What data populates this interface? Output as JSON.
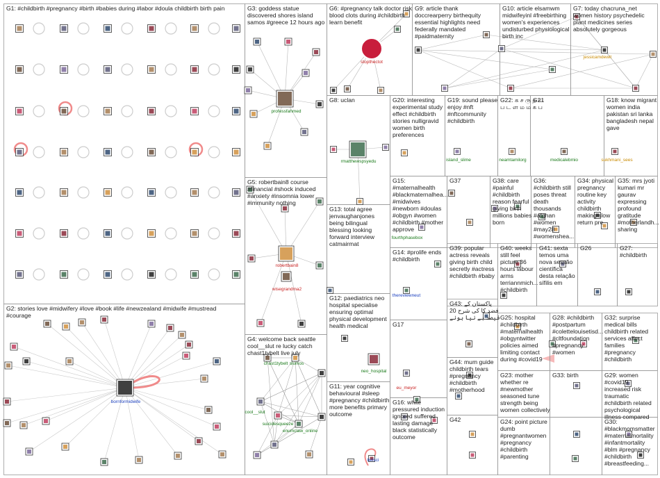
{
  "groups": [
    {
      "id": "G1",
      "lines": [
        "G1: #childbirth #pregnancy #birth #babies during #labor #doula childbirth birth pain"
      ]
    },
    {
      "id": "G2",
      "lines": [
        "G2: stories love #midwifery #love #book #life #newzealand #midwife #mustread",
        "#courage"
      ]
    },
    {
      "id": "G3",
      "lines": [
        "G3: goddess statue",
        "discovered shores island",
        "samos #greece 12 hours ago"
      ]
    },
    {
      "id": "G4",
      "lines": [
        "G4: welcome back seattle",
        "cool__slut re lucky catch",
        "chast1tybelt live july"
      ]
    },
    {
      "id": "G5",
      "lines": [
        "G5: robertbain8 course",
        "#financial #shock induced",
        "#anxiety #insomnia lower",
        "#immunity nothing"
      ]
    },
    {
      "id": "G6",
      "lines": [
        "G6: #pregnancy talk doctor risk",
        "blood clots during #childbirth",
        "learn benefit"
      ]
    },
    {
      "id": "G7",
      "lines": [
        "G7: today chacruna_net",
        "women history psychedelic",
        "plant medicines series",
        "absolutely gorgeous"
      ]
    },
    {
      "id": "G8",
      "lines": [
        "G8: uclan"
      ]
    },
    {
      "id": "G9",
      "lines": [
        "G9: article thank",
        "doccrearperry birthequity",
        "essential highlights need",
        "federally mandated",
        "#paidmaternity"
      ]
    },
    {
      "id": "G10",
      "lines": [
        "G10: article elsamwm",
        "midwifeyinl #freebirthing",
        "women's experiences",
        "undisturbed physiological",
        "birth inc"
      ]
    },
    {
      "id": "G11",
      "lines": [
        "G11: year cognitive",
        "behavioural #sleep",
        "#pregnancy #childbirth",
        "more benefits primary",
        "outcome"
      ]
    },
    {
      "id": "G12",
      "lines": [
        "G12: paediatrics neo",
        "hospital specialise",
        "ensuring optimal",
        "physical development",
        "health medical"
      ]
    },
    {
      "id": "G13",
      "lines": [
        "G13: total agree",
        "jenvaughanjones",
        "being bilingual",
        "blessing looking",
        "forward interview",
        "catmairmat"
      ]
    },
    {
      "id": "G14",
      "lines": [
        "G14: #prolife ends",
        "#childbirth"
      ]
    },
    {
      "id": "G15",
      "lines": [
        "G15:",
        "#maternalhealth",
        "#blackmaternalhea...",
        "#midwives",
        "#newborn #doulas",
        "#obgyn #women",
        "#childbirth #mother",
        "approve"
      ]
    },
    {
      "id": "G16",
      "lines": [
        "G16: white",
        "pressured induction",
        "ignored suffered",
        "lasting damage",
        "black statistically",
        "outcome"
      ]
    },
    {
      "id": "G17",
      "lines": [
        "G17"
      ]
    },
    {
      "id": "G18",
      "lines": [
        "G18: know migrant",
        "women india",
        "pakistan sri lanka",
        "bangladesh nepal",
        "gave"
      ]
    },
    {
      "id": "G19",
      "lines": [
        "G19: sound please",
        "enjoy #nft",
        "#nftcommunity",
        "#childbirth"
      ]
    },
    {
      "id": "G20",
      "lines": [
        "G20: interesting",
        "experimental study",
        "effect #childbirth",
        "stories nulligravid",
        "women birth",
        "preferences"
      ]
    },
    {
      "id": "G21",
      "lines": [
        "G21"
      ]
    },
    {
      "id": "G22",
      "lines": [
        "G22: க ச ரு த ய",
        "ப ட ள ம ம க ப"
      ]
    },
    {
      "id": "G23",
      "lines": [
        "G23: mother",
        "whether re",
        "#newmother",
        "seasoned tune",
        "strength being",
        "women collectively"
      ]
    },
    {
      "id": "G24",
      "lines": [
        "G24: point picture",
        "dumb",
        "#pregnantwomen",
        "#pregnancy",
        "#childbirth",
        "#parenting"
      ]
    },
    {
      "id": "G25",
      "lines": [
        "G25: hospital",
        "#childbirth",
        "#maternalhealth",
        "#obgyntwitter",
        "policies aimed",
        "limiting contact",
        "during #covid19"
      ]
    },
    {
      "id": "G26",
      "lines": [
        "G26"
      ]
    },
    {
      "id": "G27",
      "lines": [
        "G27:",
        "#childbirth"
      ]
    },
    {
      "id": "G28",
      "lines": [
        "G28: #childbirth",
        "#postpartum",
        "#colettelouisetisd...",
        "#cltfoundation",
        "#pregnancy",
        "#women"
      ]
    },
    {
      "id": "G29",
      "lines": [
        "G29: women",
        "#covid19",
        "increased risk",
        "traumatic",
        "#childbirth related",
        "psychological",
        "illness compared"
      ]
    },
    {
      "id": "G30",
      "lines": [
        "G30:",
        "#blackmomsmatter",
        "#maternalmortality",
        "#infantmortality",
        "#blm #pregnancy",
        "#childbirth",
        "#breastfeeding..."
      ]
    },
    {
      "id": "G31",
      "lines": []
    },
    {
      "id": "G32",
      "lines": [
        "G32: surprise",
        "medical bills",
        "childbirth related",
        "services affect",
        "families",
        "#pregnancy",
        "#childbirth"
      ]
    },
    {
      "id": "G33",
      "lines": [
        "G33: birth"
      ]
    },
    {
      "id": "G34",
      "lines": [
        "G34: physical",
        "pregnancy",
        "routine key",
        "activity",
        "childbirth",
        "making slow",
        "return pre"
      ]
    },
    {
      "id": "G35",
      "lines": [
        "G35: mrs jyoti",
        "kumari mr",
        "gaurav",
        "expressing",
        "profound",
        "gratitude",
        "#motherlandh...",
        "sharing"
      ]
    },
    {
      "id": "G36",
      "lines": [
        "G36:",
        "#childbirth still",
        "poses threat",
        "death",
        "thousands",
        "#afghan",
        "#women",
        "#may28",
        "#womenshea..."
      ]
    },
    {
      "id": "G37",
      "lines": [
        "G37"
      ]
    },
    {
      "id": "G38",
      "lines": [
        "G38: care",
        "#painful",
        "#childbirth",
        "reason fearful",
        "giving birth",
        "millions babies",
        "born"
      ]
    },
    {
      "id": "G39",
      "lines": [
        "G39: popular",
        "actress reveals",
        "giving birth child",
        "secretly #actress",
        "#childbirth #baby"
      ]
    },
    {
      "id": "G40",
      "lines": [
        "G40: weeks",
        "still feel",
        "picture 36",
        "hours labour",
        "arms",
        "terriannmich...",
        "#childbirth"
      ]
    },
    {
      "id": "G41",
      "lines": [
        "G41: sexta",
        "temos uma",
        "nova sessão",
        "científica",
        "desta relação",
        "sífilis em"
      ]
    },
    {
      "id": "G42",
      "lines": [
        "G42"
      ]
    },
    {
      "id": "G43",
      "lines": [
        "G43: پاکستان کے",
        "فضد کا کی شرح 20",
        "فیصد ہے نیا ہونے"
      ]
    },
    {
      "id": "G44",
      "lines": [
        "G44: mum guide",
        "childbirth tears",
        "#pregnancy",
        "#childbirth",
        "#motherhood"
      ]
    }
  ],
  "vertices": [
    "professfahmed",
    "stopthectot",
    "jessicamdewit",
    "neamtamilorg",
    "medicalebmio",
    "sukhmani_sees",
    "rmatthewspsyedu",
    "island_slime",
    "fourthphasebox",
    "robertbain8",
    "wisegrandma2",
    "chast1tybelt",
    "slumos",
    "cool__slut",
    "suicidesqueeze",
    "enumclaw_online",
    "neo_hospital",
    "thereviewneut",
    "eu_meyor",
    "belsci",
    "bornformidwife"
  ],
  "colors": {
    "border": "#9a9a9a",
    "edge": "#b8b8b8",
    "edge_pink": "#f08a8a",
    "label": "#1a7a1a",
    "label_red": "#c81e1e",
    "label_blue": "#1a3fbf",
    "label_orange": "#c98a00"
  }
}
